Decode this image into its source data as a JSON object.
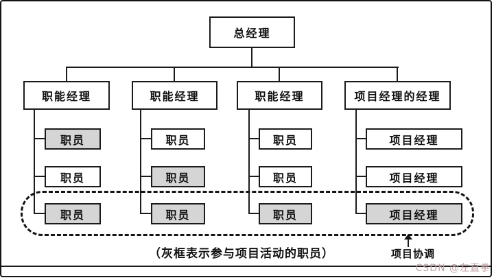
{
  "diagram": {
    "root": {
      "label": "总经理"
    },
    "columns": [
      {
        "manager": {
          "label": "职能经理"
        },
        "children": [
          {
            "label": "职员",
            "participant": true
          },
          {
            "label": "职员",
            "participant": false
          },
          {
            "label": "职员",
            "participant": true
          }
        ]
      },
      {
        "manager": {
          "label": "职能经理"
        },
        "children": [
          {
            "label": "职员",
            "participant": false
          },
          {
            "label": "职员",
            "participant": true
          },
          {
            "label": "职员",
            "participant": true
          }
        ]
      },
      {
        "manager": {
          "label": "职能经理"
        },
        "children": [
          {
            "label": "职员",
            "participant": false
          },
          {
            "label": "职员",
            "participant": false
          },
          {
            "label": "职员",
            "participant": true
          }
        ]
      },
      {
        "manager": {
          "label": "项目经理的经理"
        },
        "children": [
          {
            "label": "项目经理",
            "participant": false
          },
          {
            "label": "项目经理",
            "participant": false
          },
          {
            "label": "项目经理",
            "participant": true
          }
        ]
      }
    ],
    "caption": "（灰框表示参与项目活动的职员）",
    "coordination_label": "项目协调"
  },
  "watermark": "CSDN @左直拳",
  "colors": {
    "participant_fill": "#d5d5d5",
    "box_border": "#1b1b1b",
    "watermark_color": "#c2a4a4"
  }
}
